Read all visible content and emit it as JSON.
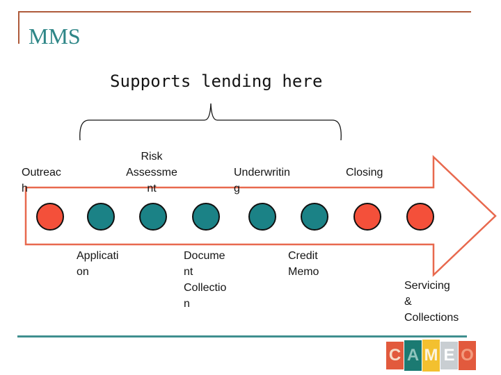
{
  "slide": {
    "title": "MMS",
    "heading": "Supports lending here"
  },
  "colors": {
    "title_text": "#2E8687",
    "top_border": "#AE5A3A",
    "arrow_outline": "#E8694E",
    "dot_red": "#F4503A",
    "dot_teal": "#1B8286",
    "footer_line": "#3F8F8F",
    "label_text": "#141414"
  },
  "stages": {
    "top": [
      {
        "id": "outreach",
        "label": "Outreac\nh"
      },
      {
        "id": "risk-assessment",
        "label": "Risk\nAssessme\nnt"
      },
      {
        "id": "underwriting",
        "label": "Underwritin\ng"
      },
      {
        "id": "closing",
        "label": "Closing"
      }
    ],
    "bottom": [
      {
        "id": "application",
        "label": "Applicati\non"
      },
      {
        "id": "document-collection",
        "label": "Docume\nnt\nCollectio\nn"
      },
      {
        "id": "credit-memo",
        "label": "Credit\nMemo"
      },
      {
        "id": "servicing-collections",
        "label": "Servicing\n&\nCollections"
      }
    ]
  },
  "process_dots": [
    "#F4503A",
    "#1B8286",
    "#1B8286",
    "#1B8286",
    "#1B8286",
    "#1B8286",
    "#F4503A",
    "#F4503A"
  ],
  "logo": {
    "name": "CAMEO",
    "tiles": [
      {
        "letter": "C",
        "bg": "#E25A3D",
        "fg": "#F6DCC9"
      },
      {
        "letter": "A",
        "bg": "#1B7A72",
        "fg": "#8FC4BD"
      },
      {
        "letter": "M",
        "bg": "#F3C02F",
        "fg": "#FBF3DF"
      },
      {
        "letter": "E",
        "bg": "#C9CED2",
        "fg": "#FFFFFF"
      },
      {
        "letter": "O",
        "bg": "#E25A3D",
        "fg": "#F29B7E"
      }
    ]
  }
}
